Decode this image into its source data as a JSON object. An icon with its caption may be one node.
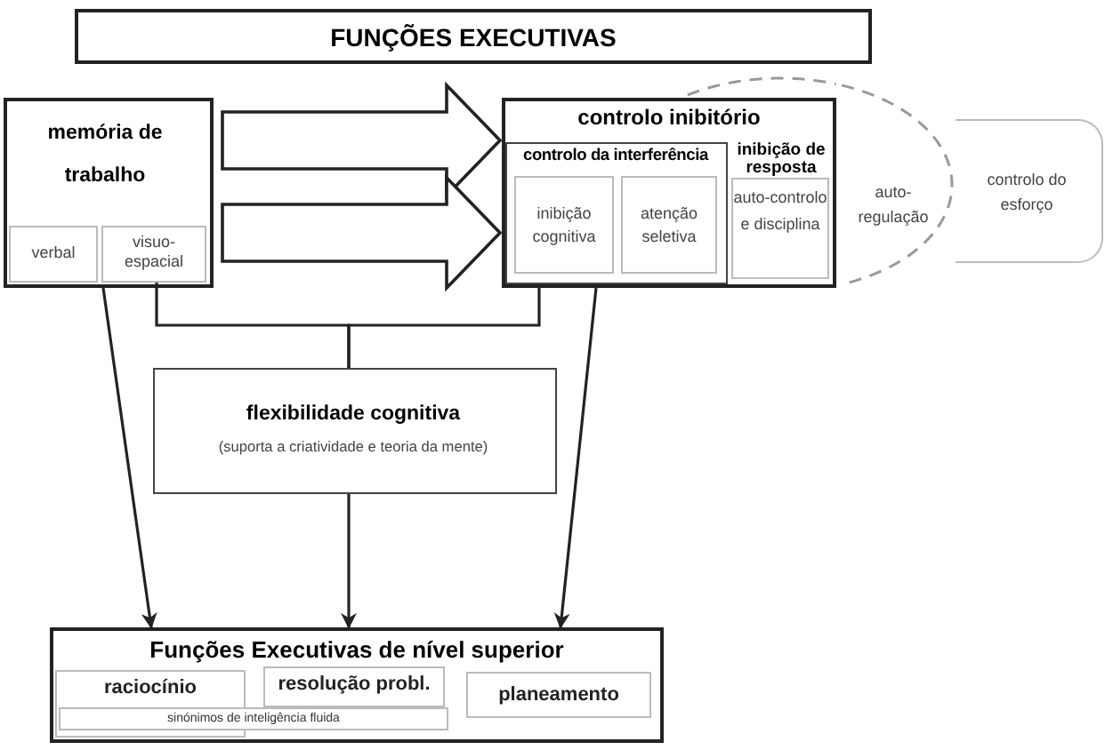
{
  "diagram": {
    "nodes": [
      {
        "text": [
          "FUNÇÕES EXECUTIVAS"
        ]
      },
      {
        "text": [
          "memória de trabalho"
        ]
      },
      {
        "text": [
          "verbal"
        ],
        "in": 1
      },
      {
        "text": [
          "visuo-espacial"
        ],
        "in": 1
      },
      {
        "text": [
          "controlo inibitório"
        ]
      },
      {
        "text": [
          "controlo da interferência"
        ],
        "in": 4
      },
      {
        "text": [
          "inibição cognitiva"
        ],
        "in": 5
      },
      {
        "text": [
          "atenção seletiva"
        ],
        "in": 5
      },
      {
        "text": [
          "inibição de resposta",
          "auto-controlo e disciplina"
        ],
        "in": 4
      },
      {
        "text": [
          "auto-regulação"
        ]
      },
      {
        "text": [
          "controlo do esforço"
        ]
      },
      {
        "text": [
          "flexibilidade cognitiva",
          "(suporta a criatividade e teoria da mente)"
        ]
      },
      {
        "text": [
          "Funções Executivas de nível superior"
        ]
      },
      {
        "text": [
          "raciocínio"
        ],
        "in": 12
      },
      {
        "text": [
          "resolução probl."
        ],
        "in": 12
      },
      {
        "text": [
          "planeamento"
        ],
        "in": 12
      },
      {
        "text": [
          "sinónimos de inteligência fluida"
        ],
        "in": 12
      }
    ],
    "edges": [
      {
        "from": 1,
        "to": 4,
        "arrow": "to",
        "style": "thick"
      },
      {
        "from": 1,
        "to": 4,
        "arrow": "to",
        "style": "thick"
      },
      {
        "from": 3,
        "to": 11,
        "arrow": "none"
      },
      {
        "from": 5,
        "to": 11,
        "arrow": "none"
      },
      {
        "from": 1,
        "to": 12,
        "arrow": "to"
      },
      {
        "from": 11,
        "to": 12,
        "arrow": "to"
      },
      {
        "from": 4,
        "to": 12,
        "arrow": "to"
      }
    ]
  }
}
